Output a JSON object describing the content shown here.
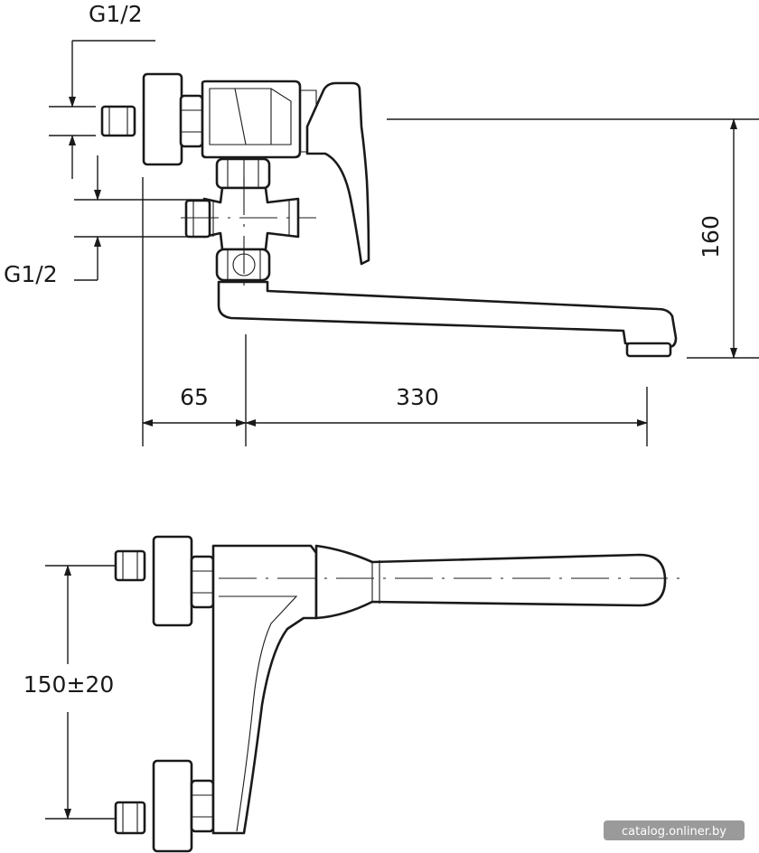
{
  "labels": {
    "thread_top": "G1/2",
    "thread_side": "G1/2",
    "height": "160",
    "offset_left": "65",
    "spout_length": "330",
    "centers": "150±20"
  },
  "watermark": "catalog.onliner.by",
  "colors": {
    "line": "#1a1a1a",
    "background": "#ffffff",
    "watermark_bg": "#9a9a9a"
  }
}
